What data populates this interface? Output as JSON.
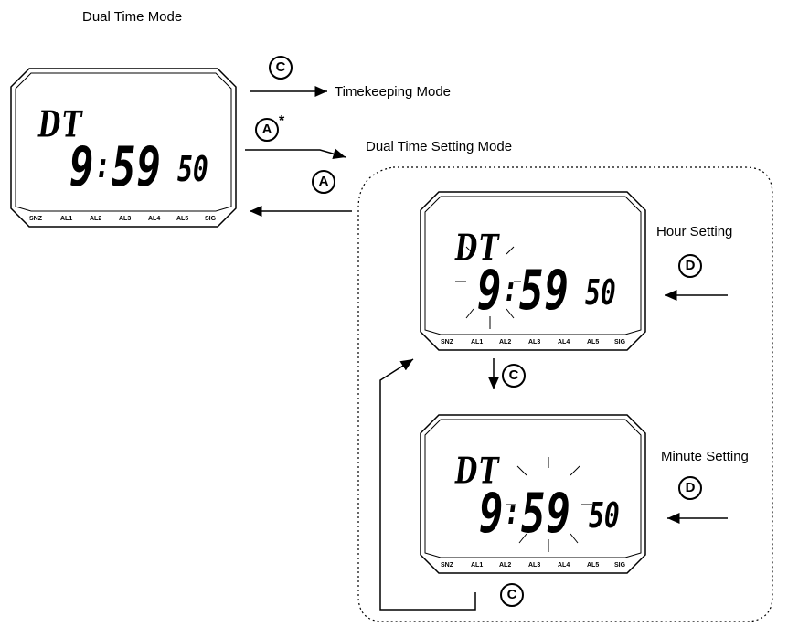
{
  "titles": {
    "dual_time_mode": "Dual Time Mode",
    "timekeeping_mode": "Timekeeping Mode",
    "dual_time_setting_mode": "Dual Time Setting Mode",
    "hour_setting": "Hour Setting",
    "minute_setting": "Minute Setting"
  },
  "buttons": {
    "c": "C",
    "a_star": "A",
    "a_star_mark": "*",
    "a": "A",
    "d": "D"
  },
  "display": {
    "mode_indicator": "DT",
    "hours": "9",
    "colon": ":",
    "minutes": "59",
    "seconds": "50",
    "indicators": [
      "SNZ",
      "AL1",
      "AL2",
      "AL3",
      "AL4",
      "AL5",
      "SIG"
    ]
  }
}
